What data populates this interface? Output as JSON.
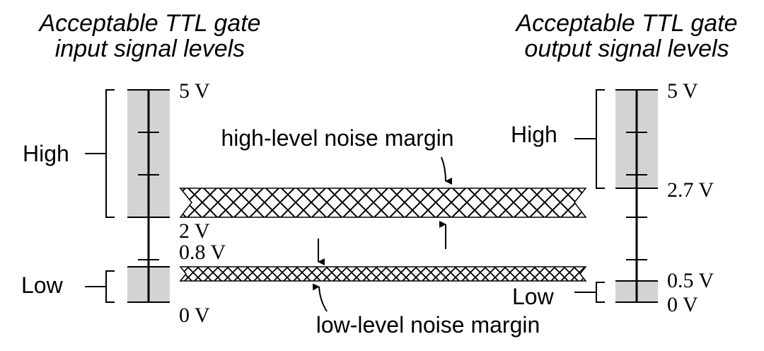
{
  "input": {
    "title_line1": "Acceptable TTL gate",
    "title_line2": "input signal levels",
    "high_label": "High",
    "low_label": "Low",
    "v_5": "5 V",
    "v_2": "2 V",
    "v_08": "0.8 V",
    "v_0": "0 V"
  },
  "output": {
    "title_line1": "Acceptable TTL gate",
    "title_line2": "output signal levels",
    "high_label": "High",
    "low_label": "Low",
    "v_5": "5 V",
    "v_27": "2.7 V",
    "v_05": "0.5 V",
    "v_0": "0 V"
  },
  "margins": {
    "high_label": "high-level noise margin",
    "low_label": "low-level noise margin"
  },
  "colors": {
    "band_fill": "#d3d3d3",
    "line": "#000000"
  }
}
